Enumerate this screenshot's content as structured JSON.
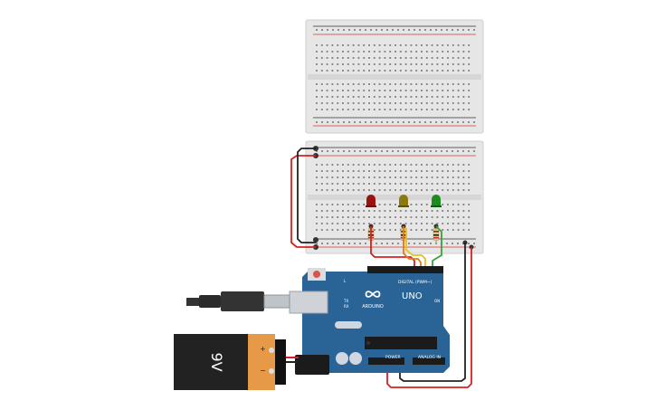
{
  "board": {
    "brand": "ARDUINO",
    "model": "UNO",
    "label_digital": "DIGITAL (PWM~)",
    "label_power": "POWER",
    "label_analog": "ANALOG IN",
    "label_tx": "TX",
    "label_rx": "RX",
    "label_on": "ON",
    "label_l": "L"
  },
  "battery": {
    "label": "9V",
    "plus": "+",
    "minus": "−"
  },
  "leds": [
    {
      "name": "red",
      "color": "#9a1212"
    },
    {
      "name": "yellow",
      "color": "#8a7a10"
    },
    {
      "name": "green",
      "color": "#1f8a1f"
    }
  ],
  "colors": {
    "board_blue": "#2a6496",
    "breadboard": "#e6e6e6",
    "rail_red": "#d8342c",
    "rail_black": "#333333",
    "wire_red": "#d62020",
    "wire_black": "#222222",
    "wire_yellow": "#e6c21a",
    "wire_green": "#3aa13a",
    "wire_orange": "#e07a1a",
    "battery_orange": "#e69a48",
    "battery_black": "#222222"
  },
  "icons": {
    "arduino_logo": "infinity-logo-icon"
  }
}
